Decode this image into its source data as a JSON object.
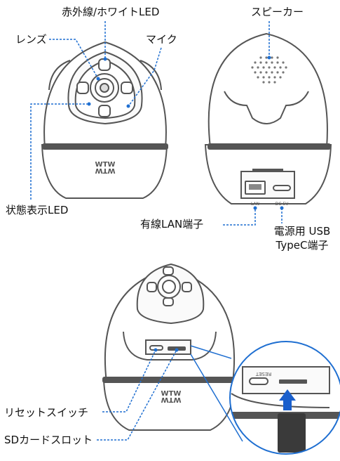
{
  "callouts": {
    "ir_led": "赤外線/ホワイトLED",
    "lens": "レンズ",
    "mic": "マイク",
    "speaker": "スピーカー",
    "status_led": "状態表示LED",
    "lan_port": "有線LAN端子",
    "power_line1": "電源用 USB",
    "power_line2": "TypeC端子",
    "reset_switch": "リセットスイッチ",
    "sd_slot": "SDカードスロット"
  },
  "device_text": {
    "brand": "WTW",
    "lan_tag": "LAN",
    "dc_tag": "DC 5V",
    "reset_tag": "RESET"
  },
  "colors": {
    "leader_line": "#1f6fd1",
    "device_stroke": "#555555",
    "device_fill": "#ffffff",
    "band": "#555555",
    "sd_card": "#3a3a3a",
    "arrow": "#1a5fcc"
  }
}
